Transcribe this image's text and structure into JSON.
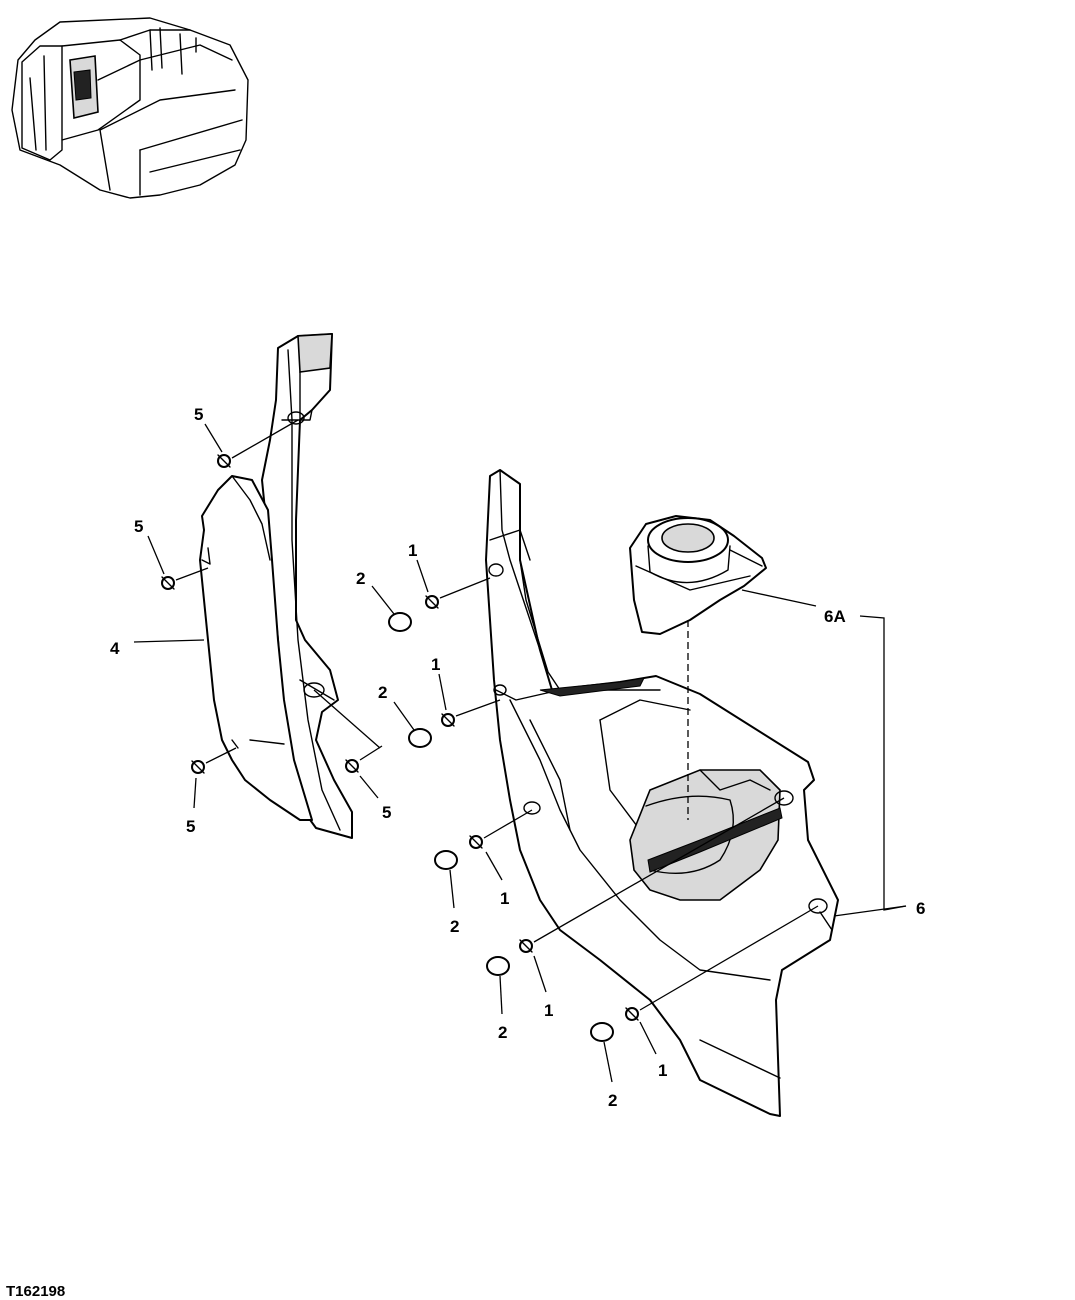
{
  "figure_id": "T162198",
  "callouts": {
    "c1a": "1",
    "c1b": "1",
    "c1c": "1",
    "c1d": "1",
    "c1e": "1",
    "c2a": "2",
    "c2b": "2",
    "c2c": "2",
    "c2d": "2",
    "c2e": "2",
    "c4": "4",
    "c5a": "5",
    "c5b": "5",
    "c5c": "5",
    "c5d": "5",
    "c6": "6",
    "c6a": "6A"
  }
}
